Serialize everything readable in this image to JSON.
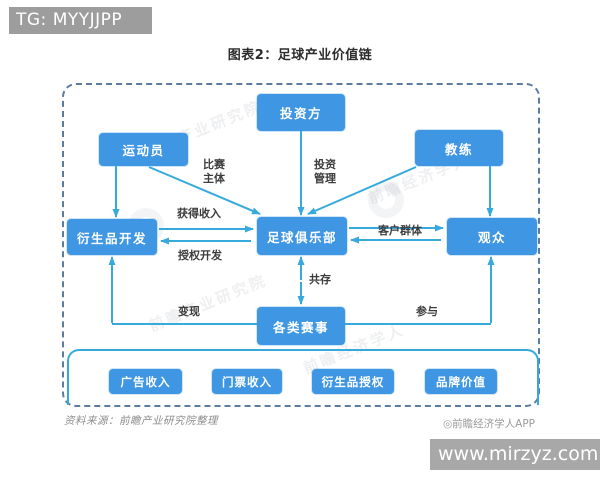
{
  "header": {
    "badge": "TG: MYYJJPP",
    "title": "图表2：足球产业价值链"
  },
  "diagram": {
    "nodes": {
      "athlete": "运动员",
      "investor": "投资方",
      "coach": "教练",
      "derivative": "衍生品开发",
      "club": "足球俱乐部",
      "audience": "观众",
      "events": "各类赛事"
    },
    "labels": {
      "match_subject": "比赛主体",
      "invest_mgmt": "投资管理",
      "earn_income": "获得收入",
      "license_dev": "授权开发",
      "customer_group": "客户群体",
      "coexist": "共存",
      "monetize": "变现",
      "participate": "参与"
    },
    "value_items": [
      "广告收入",
      "门票收入",
      "衍生品授权",
      "品牌价值"
    ]
  },
  "watermarks": [
    "前瞻产业研究院",
    "前瞻经济学人",
    "前瞻产业研究院",
    "前瞻经济学人"
  ],
  "footer": {
    "source": "资料来源：前瞻产业研究院整理",
    "credit": "◎前瞻经济学人APP",
    "url": "www.mirzyz.com"
  },
  "colors": {
    "node_blue": "#3f96e3",
    "line_cyan": "#36aadc",
    "frame_dash": "#5d7b9e",
    "badge_gray": "#9d9d9d",
    "url_box_gray": "#a8a8a8"
  }
}
